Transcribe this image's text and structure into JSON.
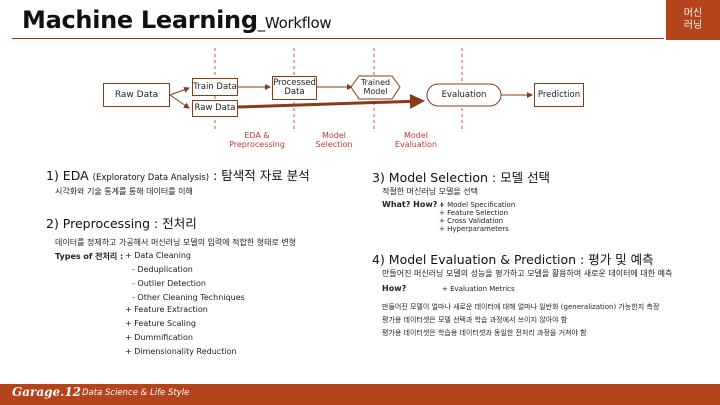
{
  "header": {
    "title_main": "Machine Learning",
    "title_sub": "_Workflow",
    "corner_line1": "머신",
    "corner_line2": "러닝"
  },
  "diagram": {
    "raw_data": "Raw Data",
    "train_data": "Train Data",
    "raw_data_small": "Raw Data",
    "processed_line1": "Processed",
    "processed_line2": "Data",
    "trained_line1": "Trained",
    "trained_line2": "Model",
    "evaluation": "Evaluation",
    "prediction": "Prediction",
    "stage_eda_line1": "EDA &",
    "stage_eda_line2": "Preprocessing",
    "stage_selection_line1": "Model",
    "stage_selection_line2": "Selection",
    "stage_evaluation_line1": "Model",
    "stage_evaluation_line2": "Evaluation"
  },
  "eda": {
    "heading_prefix": "1) EDA ",
    "heading_paren": "(Exploratory Data Analysis)",
    "heading_suffix": " : 탐색적 자료 분석",
    "desc": "시각화와 기술 통계를 통해 데이터를 이해"
  },
  "preprocessing": {
    "heading": "2) Preprocessing : 전처리",
    "desc": "데이터를 정제하고 가공해서 머신러닝 모델의 입력에 적합한 형태로 변형",
    "types_label": "Types of 전처리 :",
    "items": [
      "+ Data Cleaning",
      "- Deduplication",
      "- Outlier Detection",
      "- Other Cleaning Techniques",
      "+ Feature Extraction",
      "+ Feature Scaling",
      "+ Dummification",
      "+ Dimensionality Reduction"
    ]
  },
  "selection": {
    "heading": "3) Model Selection : 모델 선택",
    "desc": "적절한 머신러닝 모델을 선택",
    "label": "What? How? :",
    "items": [
      "+ Model Specification",
      "+ Feature Selection",
      "+ Cross Validation",
      "+ Hyperparameters"
    ]
  },
  "evaluation": {
    "heading": "4) Model Evaluation & Prediction : 평가 및 예측",
    "desc": "만들어진 머신러닝 모델의 성능을 평가하고 모델을 활용하여 새로운 데이터에 대한 예측",
    "how_label": "How?",
    "how_item": "+ Evaluation Metrics",
    "notes": [
      "만들어진 모델이 얼마나 새로운 데이터에 대해 얼마나 일반화 (generalization) 가능한지 측정",
      "평가용 데이터셋은 모델 선택과 학습 과정에서 쓰이지 않아야 함",
      "평가용 데이터셋은 학습용 데이터셋과 동일한 전처리 과정을 거쳐야 함"
    ]
  },
  "footer": {
    "brand": "Garage.12",
    "tagline": "Data Science & Life Style"
  },
  "colors": {
    "accent": "#b5431b",
    "arrow": "#8a3a16",
    "stage_text": "#c0392b",
    "dashed": "#e0483a"
  }
}
